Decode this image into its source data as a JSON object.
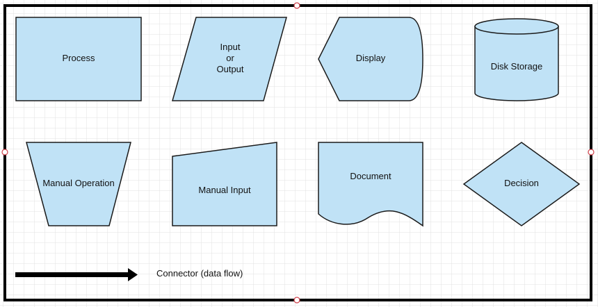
{
  "colors": {
    "shape_fill": "#c0e2f6",
    "shape_stroke": "#1a1a1a",
    "grid_line": "#e2e2e2",
    "frame": "#000000",
    "handle_stroke": "#d0404a"
  },
  "shapes": {
    "process": "Process",
    "input_output": [
      "Input",
      "or",
      "Output"
    ],
    "display": "Display",
    "disk_storage": "Disk Storage",
    "manual_operation": "Manual Operation",
    "manual_input": "Manual Input",
    "document": "Document",
    "decision": "Decision"
  },
  "legend": {
    "connector": "Connector (data flow)"
  }
}
